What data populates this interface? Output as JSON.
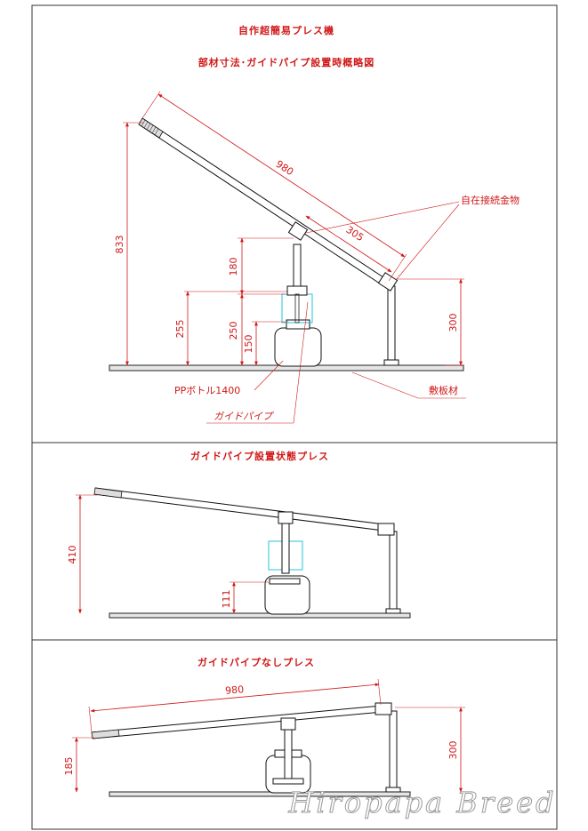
{
  "panel1": {
    "title": "自作超簡易プレス機",
    "subtitle": "部材寸法･ガイドパイプ設置時概略図",
    "dims": {
      "lever_length": "980",
      "pivot_offset": "305",
      "height_total": "833",
      "guide_height": "180",
      "top_height": "255",
      "mid_height": "250",
      "bottle_height": "150",
      "post_height": "300"
    },
    "labels": {
      "joint": "自在接続金物",
      "bottle": "PPボトル1400",
      "guide_pipe": "ガイドパイプ",
      "base": "敷板材"
    }
  },
  "panel2": {
    "title": "ガイドパイプ設置状態プレス",
    "dims": {
      "lever_height": "410",
      "pressed_height": "111"
    }
  },
  "panel3": {
    "title": "ガイドパイプなしプレス",
    "dims": {
      "lever_length": "980",
      "lever_height": "185",
      "post_height": "300"
    }
  },
  "watermark": "Hiropapa Breed",
  "colors": {
    "dimension": "#d01818",
    "guide": "#21c6d8",
    "line": "#222222"
  }
}
